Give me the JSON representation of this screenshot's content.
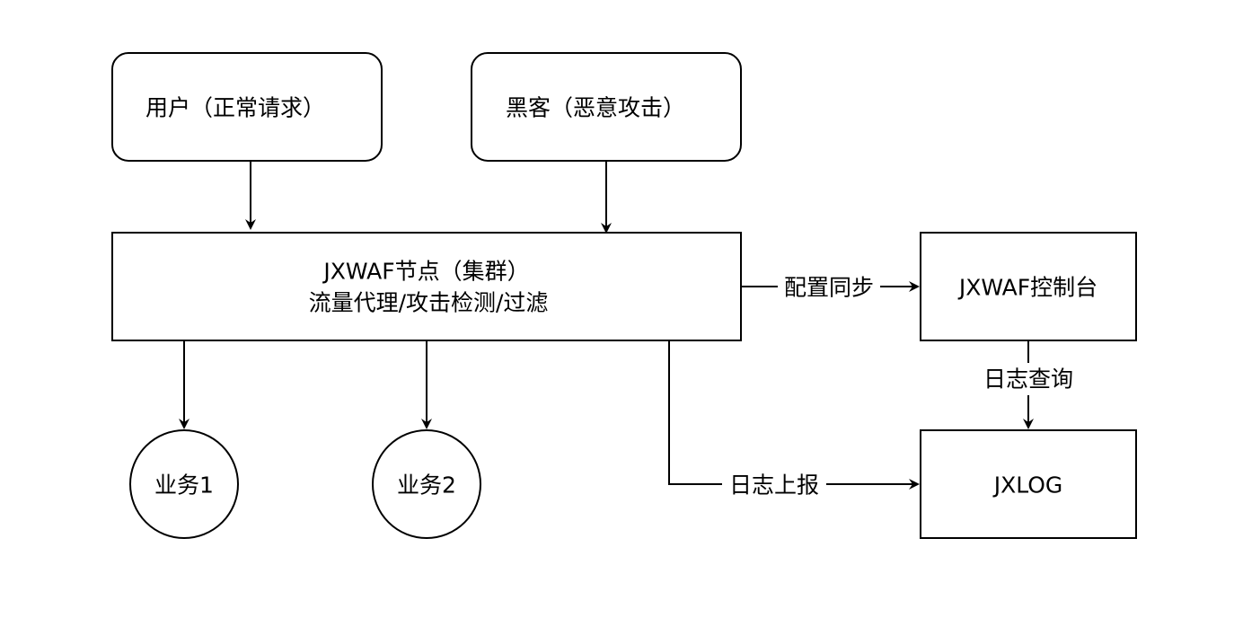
{
  "nodes": {
    "user": {
      "label": "用户（正常请求）"
    },
    "hacker": {
      "label": "黑客（恶意攻击）"
    },
    "waf_node": {
      "line1": "JXWAF节点（集群）",
      "line2": "流量代理/攻击检测/过滤"
    },
    "console": {
      "label": "JXWAF控制台"
    },
    "jxlog": {
      "label": "JXLOG"
    },
    "service1": {
      "label": "业务1"
    },
    "service2": {
      "label": "业务2"
    }
  },
  "edges": {
    "config_sync": {
      "label": "配置同步"
    },
    "log_query": {
      "label": "日志查询"
    },
    "log_report": {
      "label": "日志上报"
    }
  },
  "colors": {
    "stroke": "#000000",
    "fill": "#ffffff",
    "text": "#000000"
  }
}
